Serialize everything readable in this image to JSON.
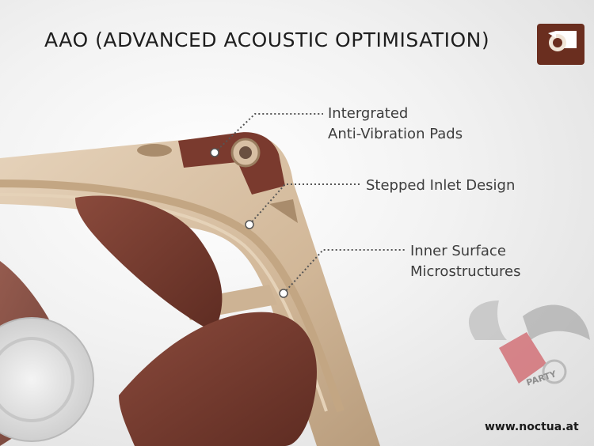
{
  "slide": {
    "title": "AAO (ADVANCED ACOUSTIC OPTIMISATION)",
    "callouts": [
      {
        "line1": "Intergrated",
        "line2": "Anti-Vibration Pads"
      },
      {
        "line1": "Stepped Inlet Design"
      },
      {
        "line1": "Inner Surface",
        "line2": "Microstructures"
      }
    ],
    "footer_url": "www.noctua.at",
    "watermark_text": "PARTY",
    "colors": {
      "frame_beige": "#d7bfa3",
      "blade_brown": "#7b3f33",
      "pad_brown": "#7a3a2e",
      "logo_bg": "#6a2e1f",
      "watermark_red": "#c8323c"
    },
    "icons": [
      "noctua-logo-icon",
      "pc-party-watermark-icon"
    ]
  }
}
